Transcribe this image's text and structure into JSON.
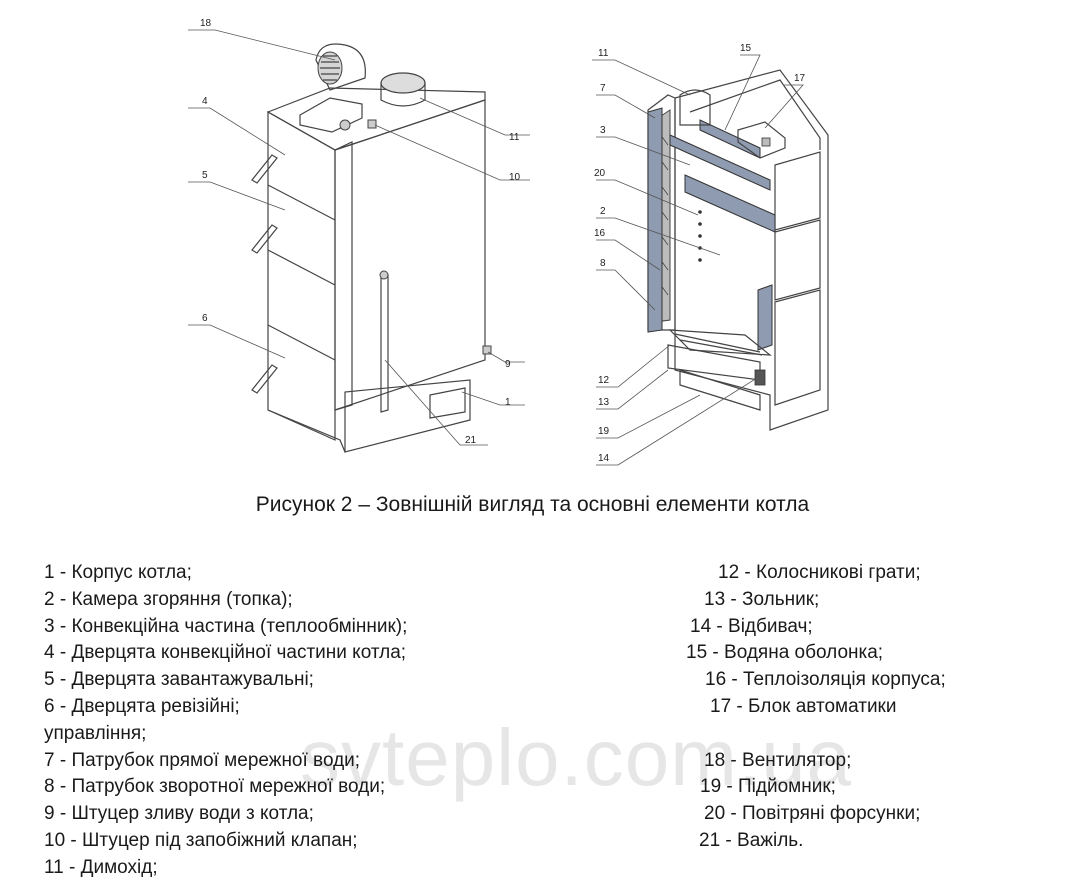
{
  "figure": {
    "caption": "Рисунок 2 – Зовнішній вигляд та основні елементи котла",
    "callouts_left": [
      "18",
      "4",
      "5",
      "6",
      "11",
      "10",
      "9",
      "1",
      "21"
    ],
    "callouts_right": [
      "11",
      "15",
      "17",
      "7",
      "3",
      "20",
      "2",
      "16",
      "8",
      "12",
      "13",
      "19",
      "14"
    ]
  },
  "legend": {
    "left": [
      "1 - Корпус котла;",
      "2 - Камера згоряння (топка);",
      "3 - Конвекційна частина (теплообмінник);",
      "4 - Дверцята конвекційної частини котла;",
      "5 - Дверцята завантажувальні;",
      "6 - Дверцята ревізійні;",
      "управління;",
      "7 - Патрубок прямої мережної води;",
      "8 - Патрубок зворотної мережної води;",
      "9 - Штуцер зливу води з котла;",
      "10 - Штуцер під запобіжний клапан;",
      "11 - Димохід;"
    ],
    "right": [
      "12 - Колосникові грати;",
      "13 - Зольник;",
      "14 - Відбивач;",
      "15 - Водяна оболонка;",
      "16 - Теплоізоляція корпуса;",
      "17 - Блок автоматики",
      "18 - Вентилятор;",
      "19 - Підйомник;",
      "20 - Повітряні форсунки;",
      "21 - Важіль."
    ]
  },
  "watermark": "svteplo.com.ua"
}
